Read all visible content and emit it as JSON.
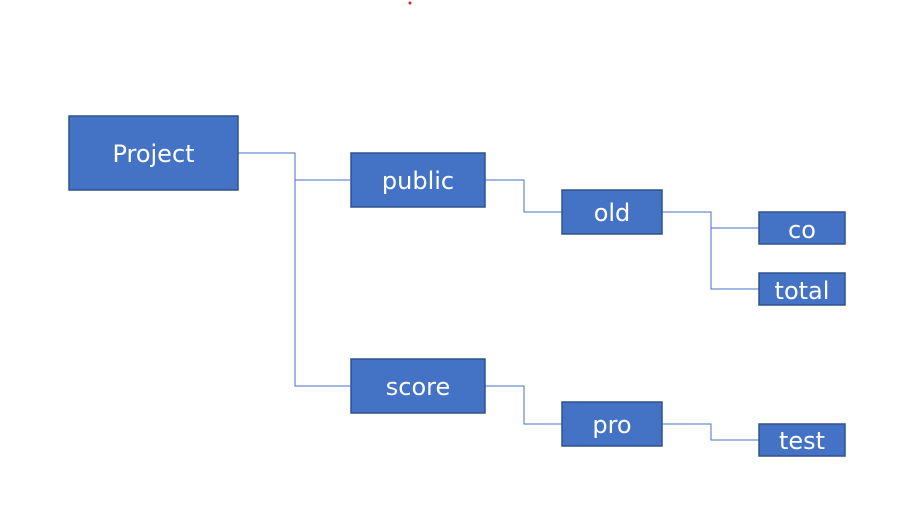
{
  "diagram": {
    "nodes": {
      "project": "Project",
      "public": "public",
      "score": "score",
      "old": "old",
      "pro": "pro",
      "co": "co",
      "total": "total",
      "test": "test"
    },
    "colors": {
      "node_fill": "#4472c4",
      "node_border": "#2f528f",
      "connector": "#4472c4",
      "text": "#ffffff",
      "dot": "#e02020"
    }
  }
}
